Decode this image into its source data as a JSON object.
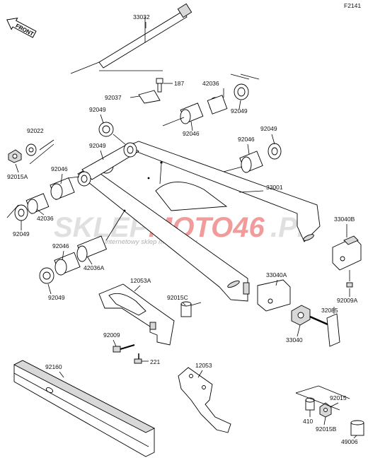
{
  "figure_code": "F2141",
  "front_label": "FRONT",
  "watermark": {
    "brand_part1": "SKLEP",
    "brand_part2": "MOTO46",
    "brand_part3": ".PL",
    "tagline": "internetowy sklep motocyklowy",
    "colors": {
      "gray": "#c8c8c8",
      "red": "#e84a4a"
    }
  },
  "parts": [
    "33032",
    "187",
    "92037",
    "42036",
    "92049",
    "92046",
    "92022",
    "92015A",
    "33001",
    "42036A",
    "33040B",
    "12053A",
    "92015C",
    "33040A",
    "32085",
    "33040",
    "92009A",
    "92009",
    "221",
    "92160",
    "12053",
    "92015",
    "410",
    "92015B",
    "49006"
  ]
}
